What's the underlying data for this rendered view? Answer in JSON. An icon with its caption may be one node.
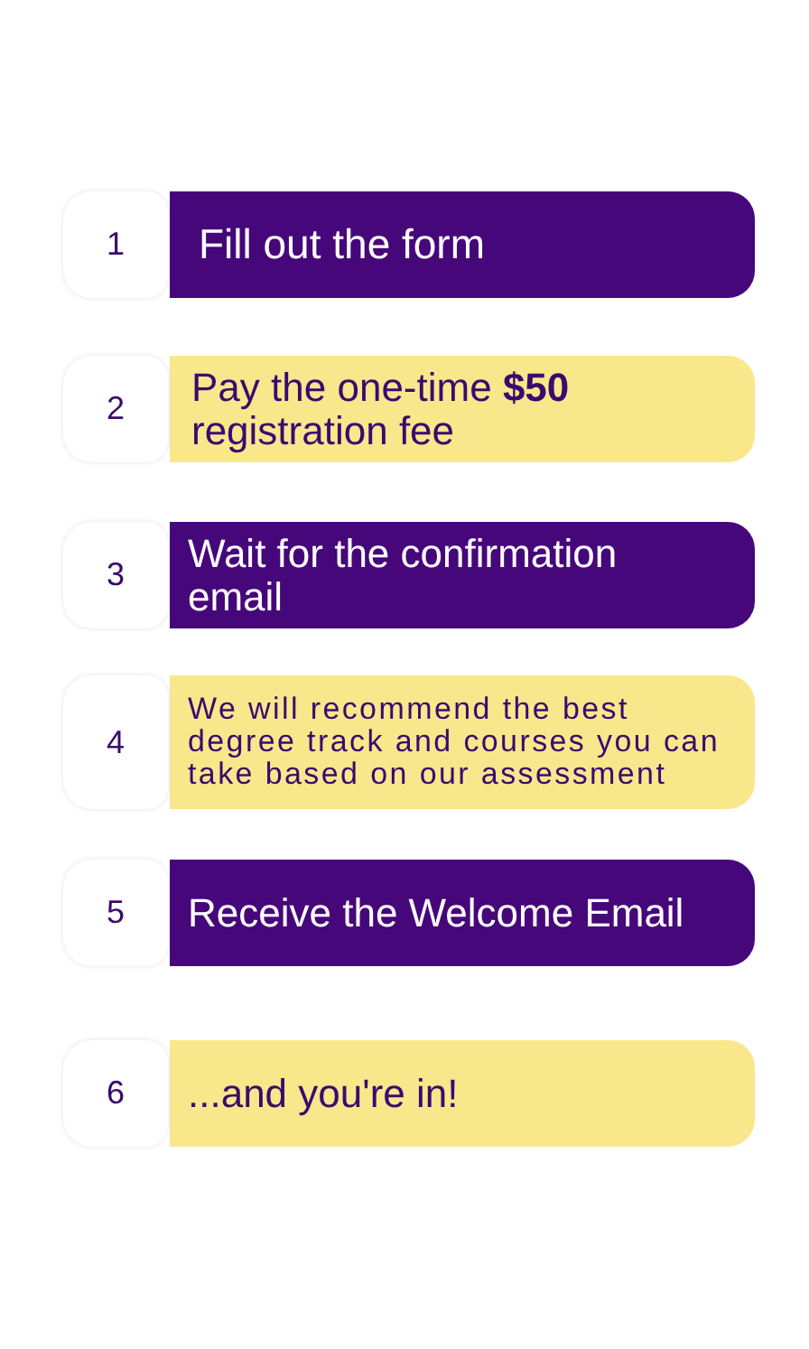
{
  "diagram": {
    "nodes": [
      {
        "text": [
          "1"
        ]
      },
      {
        "text": [
          "Fill out the form"
        ]
      },
      {
        "text": [
          "2"
        ]
      },
      {
        "text": [
          "Pay the one-time **$50** registration fee"
        ]
      },
      {
        "text": [
          "3"
        ]
      },
      {
        "text": [
          "Wait for the confirmation email"
        ]
      },
      {
        "text": [
          "4"
        ]
      },
      {
        "text": [
          "We will recommend the best degree track and courses you can take based on our assessment"
        ]
      },
      {
        "text": [
          "5"
        ]
      },
      {
        "text": [
          "Receive the Welcome Email"
        ]
      },
      {
        "text": [
          "6"
        ]
      },
      {
        "text": [
          "...and you're in!"
        ]
      }
    ]
  }
}
